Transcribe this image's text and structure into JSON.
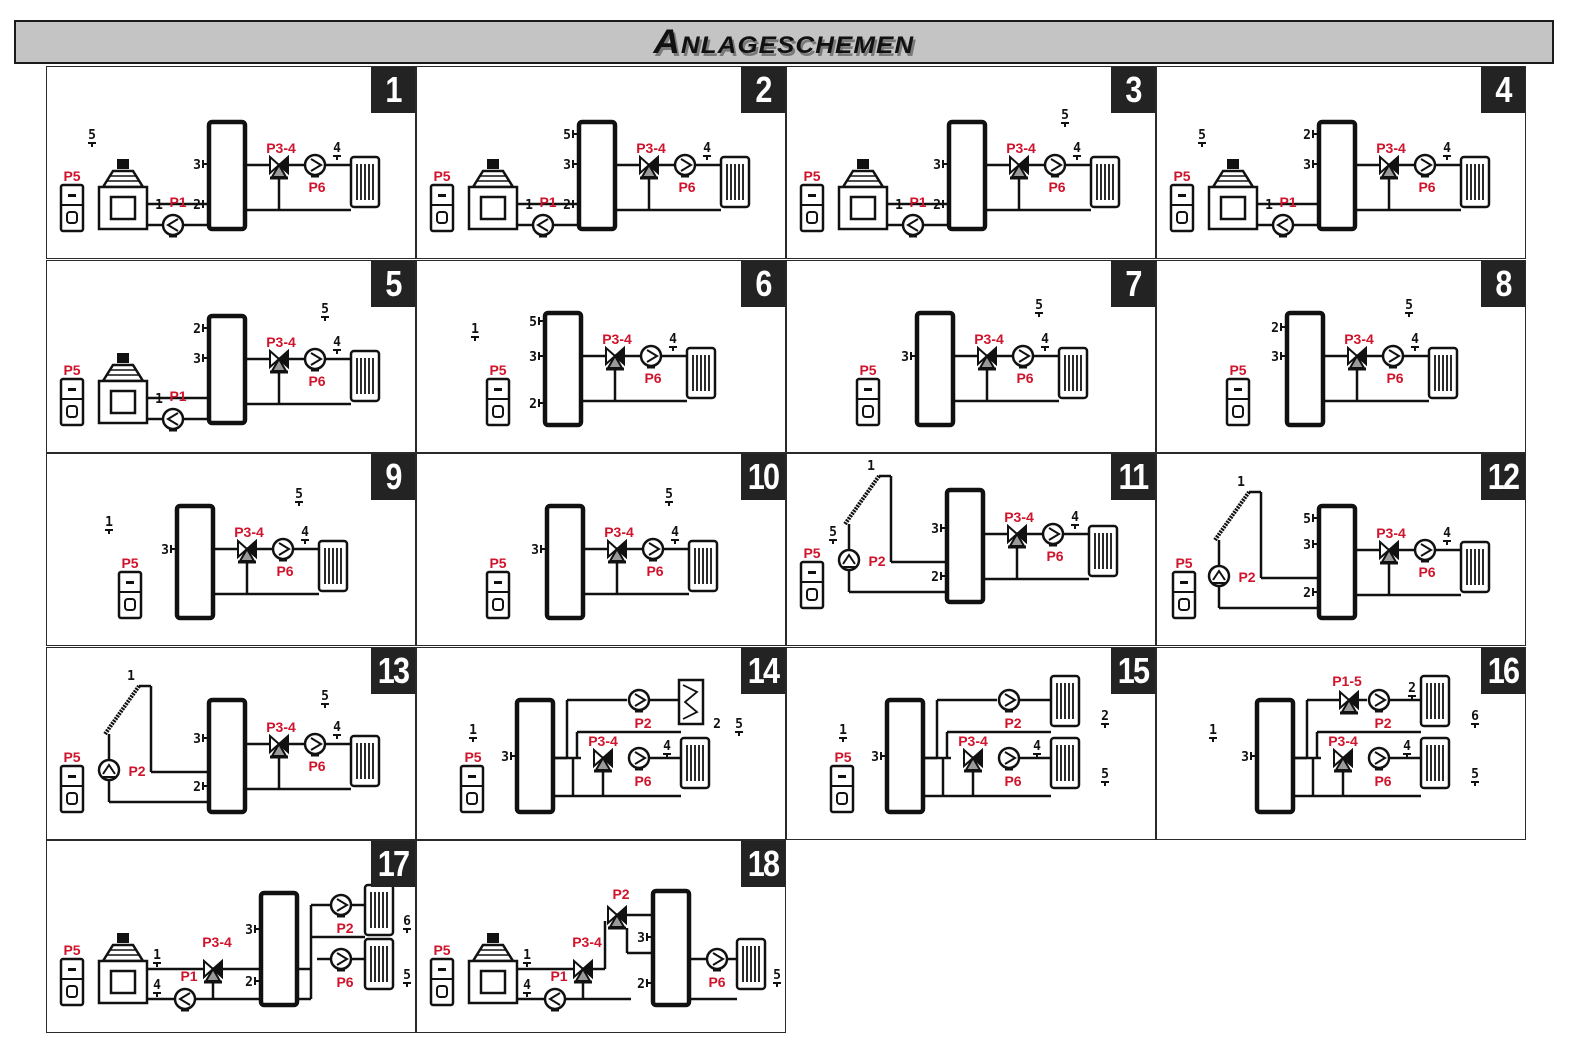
{
  "title": "Anlageschemen",
  "colors": {
    "pump_label": "#d0142c",
    "line": "#111111",
    "badge_bg": "#232323",
    "title_bg": "#c4c4c4"
  },
  "legend_icons": [
    "controller-icon",
    "boiler-icon",
    "buffer-tank-icon",
    "pump-icon",
    "mixing-valve-icon",
    "radiator-icon",
    "solar-collector-icon",
    "sensor-icon",
    "heat-exchanger-icon"
  ],
  "schemes": [
    {
      "number": "1",
      "components": [
        "controller",
        "boiler",
        "buffer",
        "radiator"
      ],
      "pumps": [
        "P5",
        "P1",
        "P3-4",
        "P6"
      ],
      "sensors": [
        "5",
        "1",
        "2",
        "3",
        "4"
      ]
    },
    {
      "number": "2",
      "components": [
        "controller",
        "boiler",
        "buffer",
        "radiator"
      ],
      "pumps": [
        "P5",
        "P1",
        "P3-4",
        "P6"
      ],
      "sensors": [
        "5",
        "3",
        "1",
        "2",
        "4"
      ]
    },
    {
      "number": "3",
      "components": [
        "controller",
        "boiler",
        "buffer",
        "radiator"
      ],
      "pumps": [
        "P5",
        "P1",
        "P3-4",
        "P6"
      ],
      "sensors": [
        "3",
        "1",
        "2",
        "5",
        "4"
      ]
    },
    {
      "number": "4",
      "components": [
        "controller",
        "boiler",
        "buffer",
        "radiator"
      ],
      "pumps": [
        "P5",
        "P1",
        "P3-4",
        "P6"
      ],
      "sensors": [
        "5",
        "2",
        "3",
        "1",
        "4"
      ]
    },
    {
      "number": "5",
      "components": [
        "controller",
        "boiler",
        "buffer",
        "radiator"
      ],
      "pumps": [
        "P5",
        "P1",
        "P3-4",
        "P6"
      ],
      "sensors": [
        "2",
        "3",
        "1",
        "5",
        "4"
      ]
    },
    {
      "number": "6",
      "components": [
        "controller",
        "buffer",
        "radiator"
      ],
      "pumps": [
        "P5",
        "P3-4",
        "P6"
      ],
      "sensors": [
        "1",
        "5",
        "3",
        "2",
        "4"
      ]
    },
    {
      "number": "7",
      "components": [
        "controller",
        "buffer",
        "radiator"
      ],
      "pumps": [
        "P5",
        "P3-4",
        "P6"
      ],
      "sensors": [
        "3",
        "5",
        "4"
      ]
    },
    {
      "number": "8",
      "components": [
        "controller",
        "buffer",
        "radiator"
      ],
      "pumps": [
        "P5",
        "P3-4",
        "P6"
      ],
      "sensors": [
        "2",
        "3",
        "5",
        "4"
      ]
    },
    {
      "number": "9",
      "components": [
        "controller",
        "buffer",
        "radiator"
      ],
      "pumps": [
        "P5",
        "P3-4",
        "P6"
      ],
      "sensors": [
        "1",
        "3",
        "5",
        "4"
      ]
    },
    {
      "number": "10",
      "components": [
        "controller",
        "buffer",
        "radiator"
      ],
      "pumps": [
        "P5",
        "P3-4",
        "P6"
      ],
      "sensors": [
        "3",
        "5",
        "4"
      ]
    },
    {
      "number": "11",
      "components": [
        "controller",
        "solar",
        "buffer",
        "radiator"
      ],
      "pumps": [
        "P5",
        "P2",
        "P3-4",
        "P6"
      ],
      "sensors": [
        "5",
        "1",
        "3",
        "2",
        "4"
      ]
    },
    {
      "number": "12",
      "components": [
        "controller",
        "solar",
        "buffer",
        "radiator"
      ],
      "pumps": [
        "P5",
        "P2",
        "P3-4",
        "P6"
      ],
      "sensors": [
        "1",
        "5",
        "3",
        "2",
        "4"
      ]
    },
    {
      "number": "13",
      "components": [
        "controller",
        "solar",
        "buffer",
        "radiator"
      ],
      "pumps": [
        "P5",
        "P2",
        "P3-4",
        "P6"
      ],
      "sensors": [
        "1",
        "3",
        "2",
        "5",
        "4"
      ]
    },
    {
      "number": "14",
      "components": [
        "controller",
        "buffer",
        "heat-exchanger",
        "radiator"
      ],
      "pumps": [
        "P5",
        "P2",
        "P3-4",
        "P6"
      ],
      "sensors": [
        "1",
        "3",
        "2",
        "5",
        "4"
      ]
    },
    {
      "number": "15",
      "components": [
        "controller",
        "buffer",
        "radiator",
        "radiator"
      ],
      "pumps": [
        "P5",
        "P2",
        "P3-4",
        "P6"
      ],
      "sensors": [
        "1",
        "3",
        "2",
        "4",
        "5"
      ]
    },
    {
      "number": "16",
      "components": [
        "buffer",
        "radiator",
        "radiator"
      ],
      "pumps": [
        "P1-5",
        "P2",
        "P3-4",
        "P6"
      ],
      "sensors": [
        "1",
        "3",
        "2",
        "6",
        "4",
        "5"
      ]
    },
    {
      "number": "17",
      "components": [
        "controller",
        "boiler",
        "buffer",
        "radiator",
        "radiator"
      ],
      "pumps": [
        "P5",
        "P1",
        "P3-4",
        "P2",
        "P6"
      ],
      "sensors": [
        "1",
        "4",
        "3",
        "2",
        "6",
        "5"
      ]
    },
    {
      "number": "18",
      "components": [
        "controller",
        "boiler",
        "buffer",
        "radiator"
      ],
      "pumps": [
        "P5",
        "P1",
        "P3-4",
        "P2",
        "P6"
      ],
      "sensors": [
        "1",
        "4",
        "3",
        "2",
        "5"
      ]
    }
  ]
}
